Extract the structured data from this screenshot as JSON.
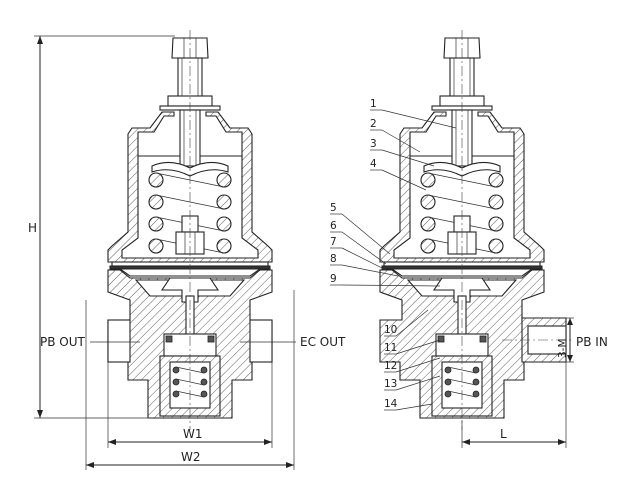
{
  "dimensions": {
    "height_label": "H",
    "width1_label": "W1",
    "width2_label": "W2",
    "length_label": "L",
    "thread_label": "3-M"
  },
  "ports": {
    "left_outlet": "PB OUT",
    "exhaust_outlet": "EC OUT",
    "inlet": "PB IN"
  },
  "part_numbers": [
    "1",
    "2",
    "3",
    "4",
    "5",
    "6",
    "7",
    "8",
    "9",
    "10",
    "11",
    "12",
    "13",
    "14"
  ]
}
